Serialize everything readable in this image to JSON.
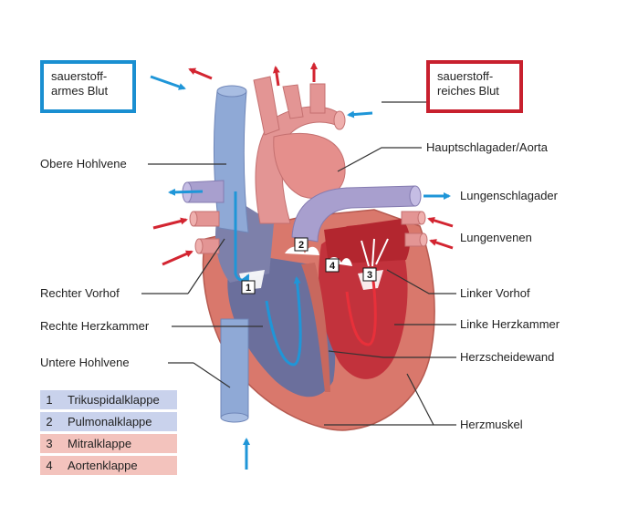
{
  "boxes": {
    "deoxygenated": {
      "line1": "sauerstoff-",
      "line2": "armes Blut",
      "color": "#1a8fd1"
    },
    "oxygenated": {
      "line1": "sauerstoff-",
      "line2": "reiches Blut",
      "color": "#c8202e"
    }
  },
  "labels_left": {
    "superior_vena_cava": "Obere Hohlvene",
    "right_atrium": "Rechter Vorhof",
    "right_ventricle": "Rechte Herzkammer",
    "inferior_vena_cava": "Untere Hohlvene"
  },
  "labels_right": {
    "aorta": "Hauptschlagader/Aorta",
    "pulmonary_artery": "Lungenschlagader",
    "pulmonary_veins": "Lungenvenen",
    "left_atrium": "Linker Vorhof",
    "left_ventricle": "Linke Herzkammer",
    "septum": "Herzscheidewand",
    "heart_muscle": "Herzmuskel"
  },
  "valve_markers": [
    "1",
    "2",
    "3",
    "4"
  ],
  "legend": [
    {
      "num": "1",
      "name": "Trikuspidalklappe",
      "color": "#c9d2ec"
    },
    {
      "num": "2",
      "name": "Pulmonalklappe",
      "color": "#c9d2ec"
    },
    {
      "num": "3",
      "name": "Mitralklappe",
      "color": "#f3c3bd"
    },
    {
      "num": "4",
      "name": "Aortenklappe",
      "color": "#f3c3bd"
    }
  ],
  "colors": {
    "vein_blue": "#8fa9d6",
    "vein_dark": "#5a6fa5",
    "artery_red": "#e39594",
    "muscle": "#d9786c",
    "chamber_left": "#c2323c",
    "chamber_right": "#6b6f9c",
    "arrow_blue": "#1f96d8",
    "arrow_red": "#d32531"
  }
}
